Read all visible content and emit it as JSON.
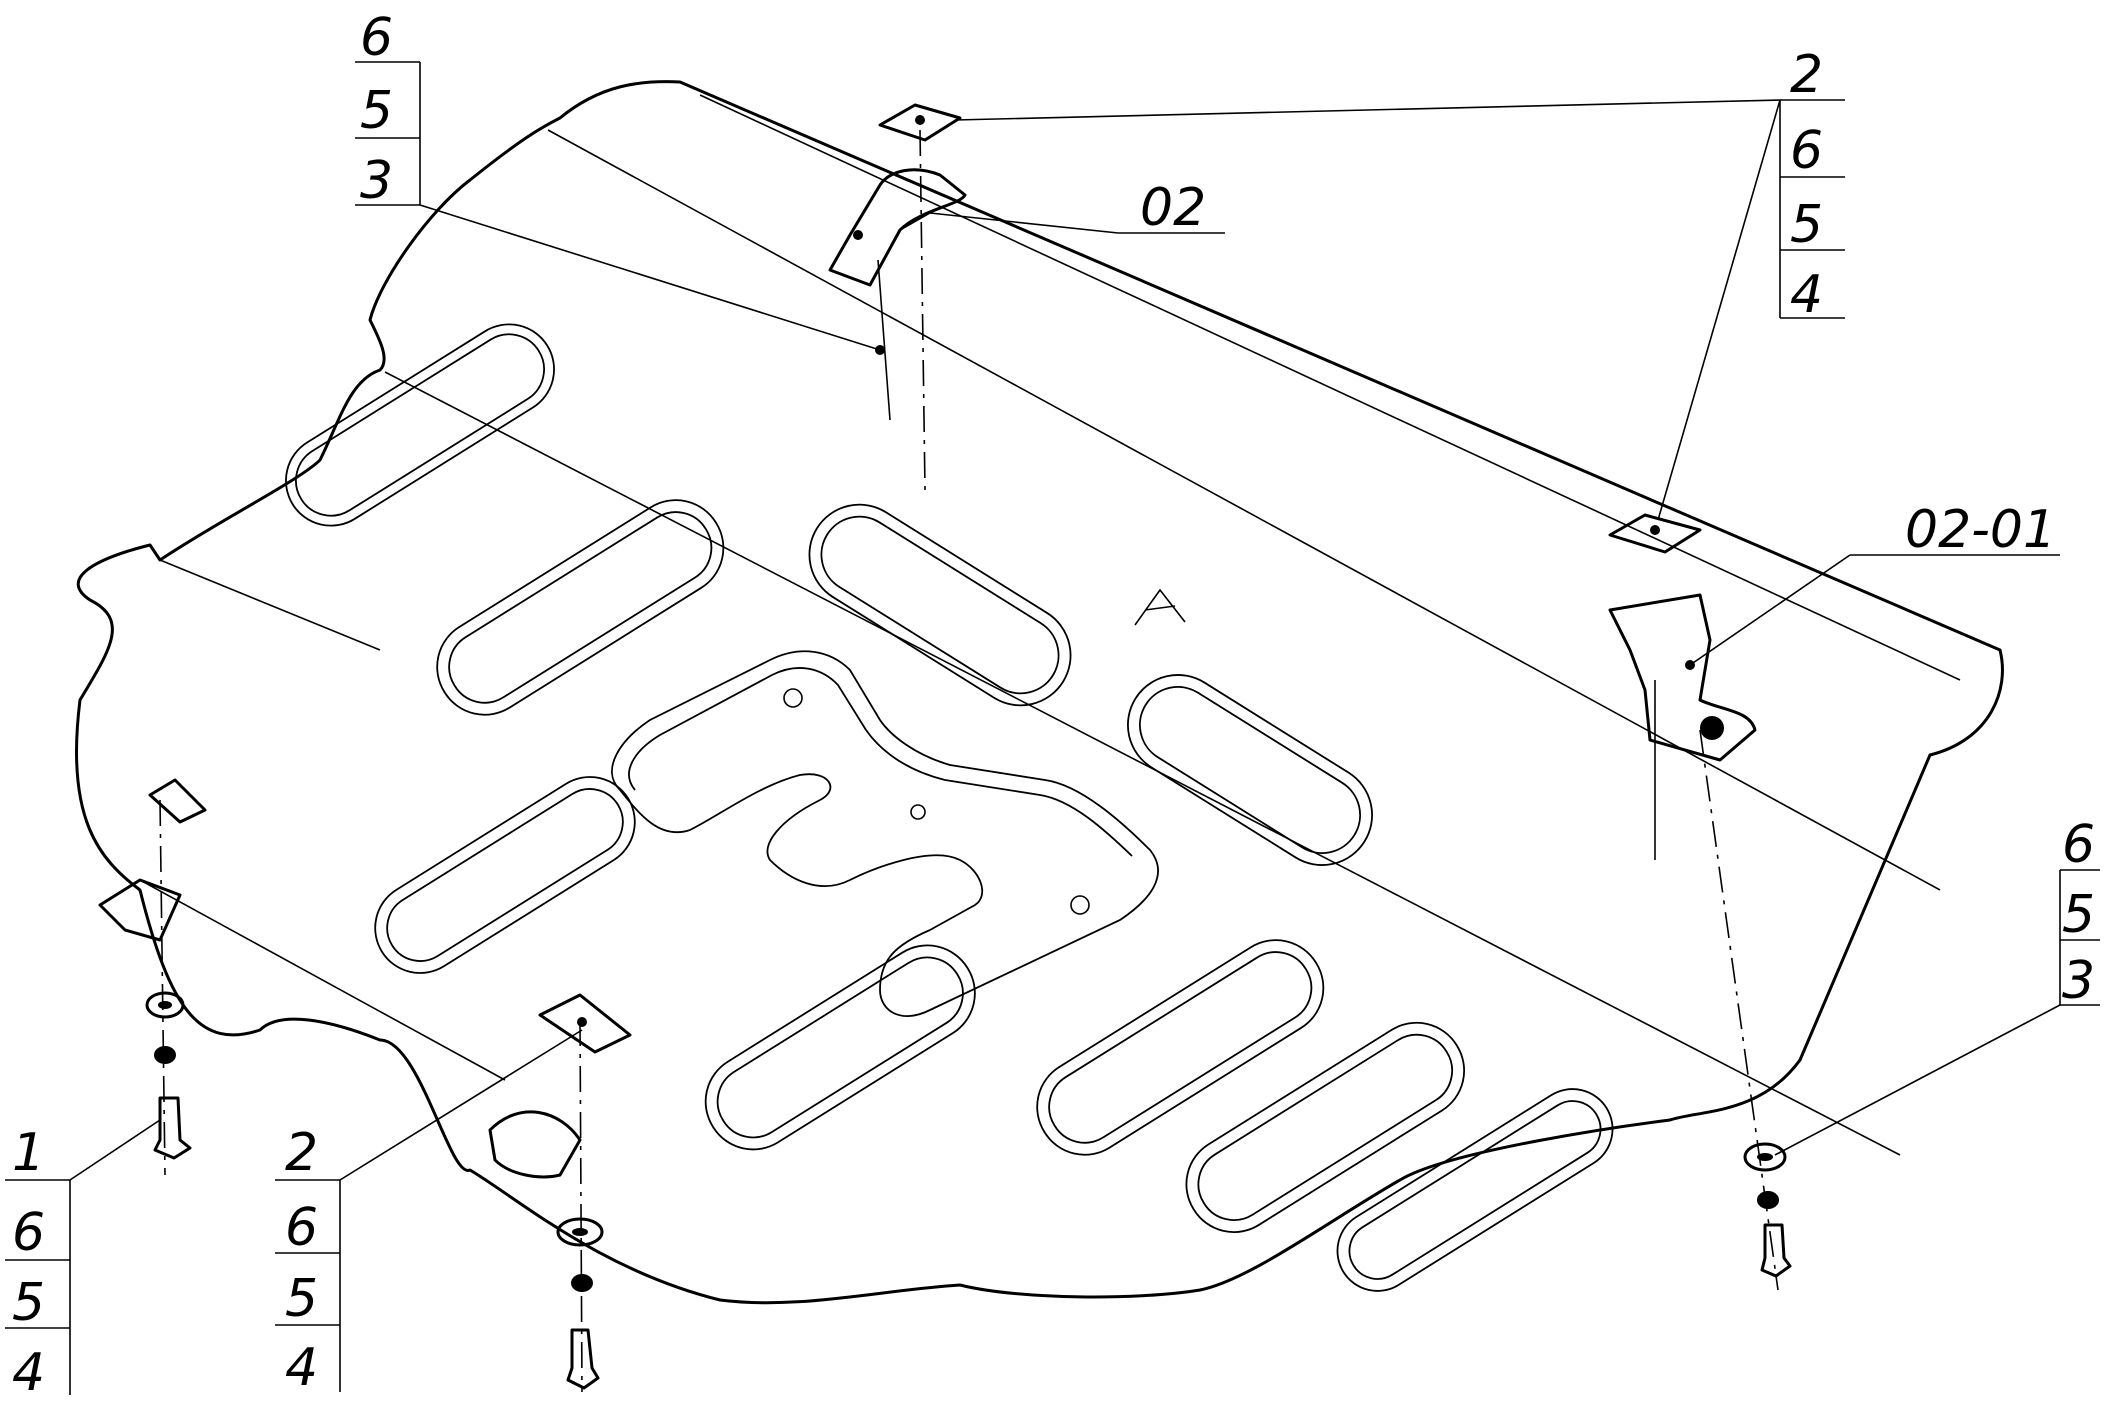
{
  "callouts": {
    "top_left": [
      "6",
      "5",
      "3"
    ],
    "top_right": [
      "2",
      "6",
      "5",
      "4"
    ],
    "bracket_top": "02",
    "bracket_right": "02-01",
    "right": [
      "6",
      "5",
      "3"
    ],
    "bottom_left": [
      "1",
      "6",
      "5",
      "4"
    ],
    "bottom_middle": [
      "2",
      "6",
      "5",
      "4"
    ]
  },
  "plate_mark": "A"
}
